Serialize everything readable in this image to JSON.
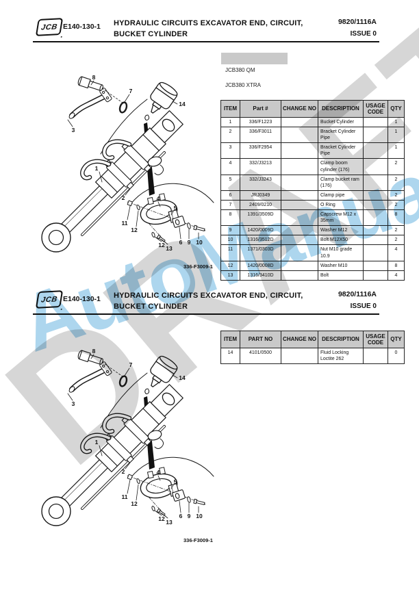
{
  "header": {
    "logo_text": "JCB",
    "doc_code": "E140-130-1",
    "title_line1": "HYDRAULIC CIRCUITS EXCAVATOR END, CIRCUIT,",
    "title_line2": "BUCKET CYLINDER",
    "ref_number": "9820/1116A",
    "issue": "ISSUE 0"
  },
  "models": [
    "JCB380 QM",
    "JCB380 XTRA"
  ],
  "diagram": {
    "figure_label": "336-F3009-1",
    "callouts": [
      "8",
      "7",
      "14",
      "3",
      "1",
      "2",
      "4",
      "5",
      "11",
      "12",
      "12",
      "13",
      "6",
      "9",
      "10"
    ]
  },
  "tables": [
    {
      "columns": [
        "ITEM",
        "Part #",
        "CHANGE NO",
        "DESCRIPTION",
        "USAGE CODE",
        "QTY"
      ],
      "rows": [
        [
          "1",
          "336/F1223",
          "",
          "Bucket Cylinder",
          "",
          "1"
        ],
        [
          "2",
          "336/F3011",
          "",
          "Bracket Cylinder Pipe",
          "",
          "1"
        ],
        [
          "3",
          "336/F2954",
          "",
          "Bracket Cylinder Pipe",
          "",
          "1"
        ],
        [
          "4",
          "332/J3213",
          "",
          "Clamp boom cylinder (176)",
          "",
          "2"
        ],
        [
          "5",
          "332/J3243",
          "",
          "Clamp bucket ram (176)",
          "",
          "2"
        ],
        [
          "6",
          "JRJ0349",
          "",
          "Clamp pipe",
          "",
          "2"
        ],
        [
          "7",
          "2409/0210",
          "",
          "O Ring",
          "",
          "2"
        ],
        [
          "8",
          "1391/3509D",
          "",
          "Capscrew M12 x 35mm",
          "",
          "8"
        ],
        [
          "9",
          "1420/0009D",
          "",
          "Washer M12",
          "",
          "2"
        ],
        [
          "10",
          "1316/3512D",
          "",
          "Bolt M12X50",
          "",
          "2"
        ],
        [
          "11",
          "1371/0303D",
          "",
          "Nut M10 grade 10.9",
          "",
          "4"
        ],
        [
          "12",
          "1420/0008D",
          "",
          "Washer M10",
          "",
          "8"
        ],
        [
          "13",
          "1316/3410D",
          "",
          "Bolt",
          "",
          "4"
        ]
      ]
    },
    {
      "columns": [
        "ITEM",
        "PART NO",
        "CHANGE NO",
        "DESCRIPTION",
        "USAGE CODE",
        "QTY"
      ],
      "rows": [
        [
          "14",
          "4101/0500",
          "",
          "Fluid Locking Loctite 262",
          "",
          "0"
        ]
      ]
    }
  ],
  "watermarks": {
    "draft_text": "DRAFT",
    "brand_text": "AutoManual",
    "draft_color": "#b5b5b5",
    "brand_color": "#9fcfeb"
  },
  "colors": {
    "table_header_bg": "#c9c9c9",
    "ink": "#111111"
  }
}
